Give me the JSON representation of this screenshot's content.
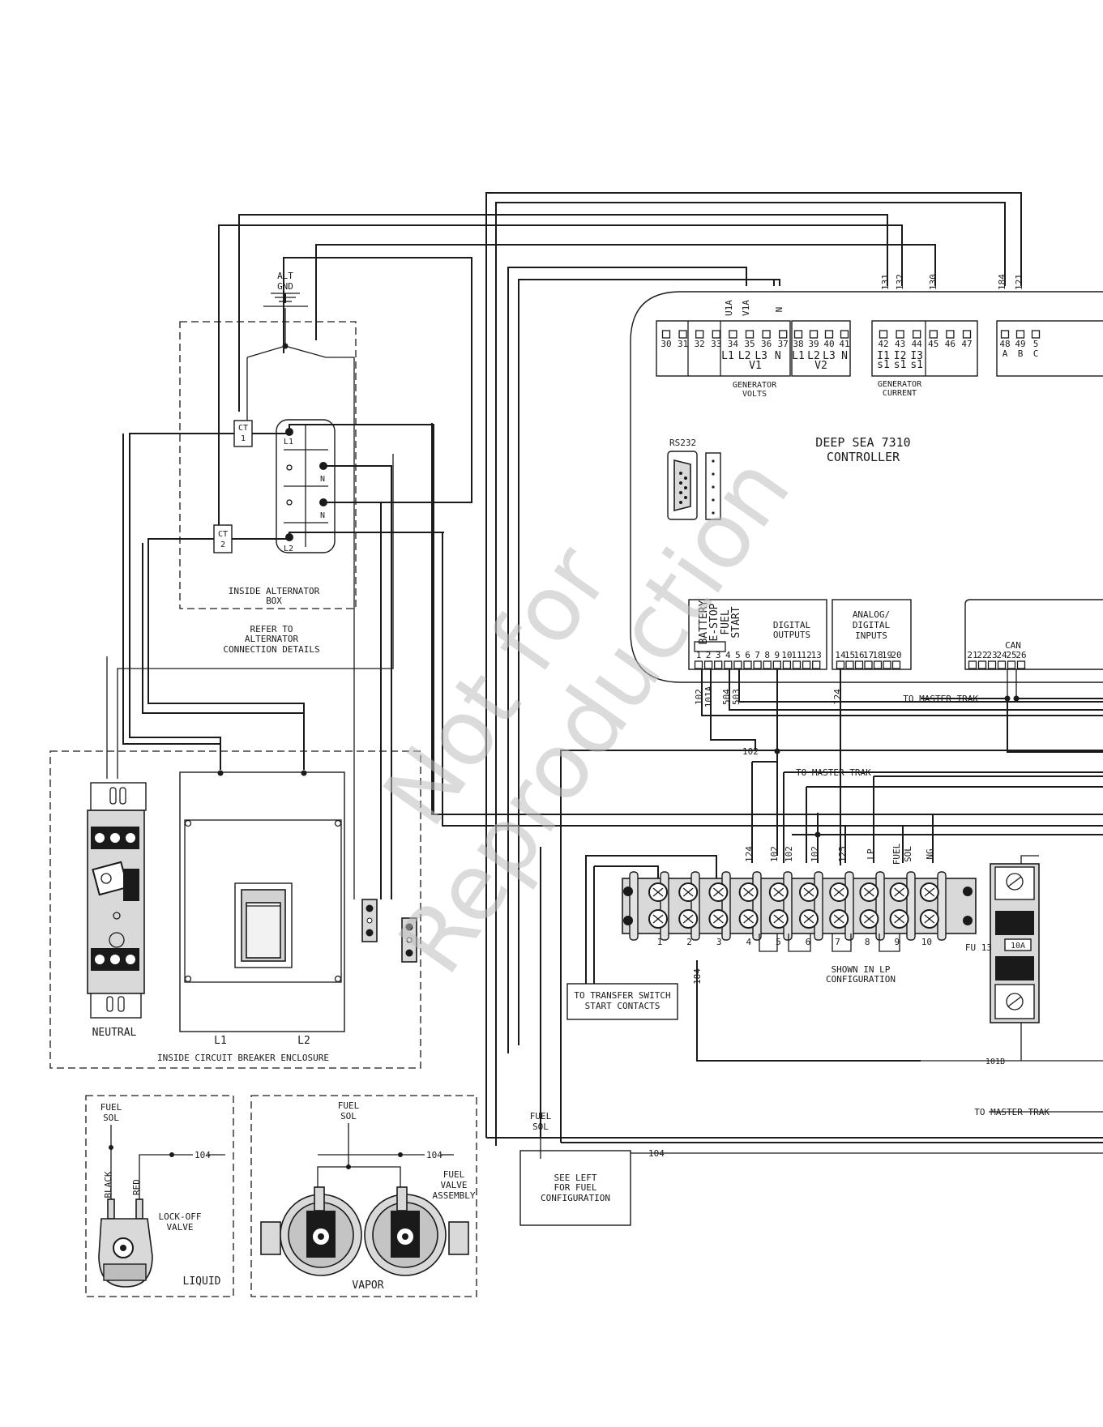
{
  "controller": {
    "name_line1": "DEEP SEA 7310",
    "name_line2": "CONTROLLER",
    "rs232": "RS232",
    "generator_volts": {
      "terminals": [
        "30",
        "31",
        "32",
        "33",
        "34",
        "35",
        "36",
        "37"
      ],
      "phases": [
        "L1",
        "L2",
        "L3",
        "N"
      ],
      "group": "V1",
      "caption_line1": "GENERATOR",
      "caption_line2": "VOLTS",
      "wires": [
        "U1A",
        "V1A",
        "N"
      ]
    },
    "v2": {
      "terminals": [
        "38",
        "39",
        "40",
        "41"
      ],
      "phases": [
        "L1",
        "L2",
        "L3",
        "N"
      ],
      "group": "V2"
    },
    "generator_current": {
      "terminals": [
        "42",
        "43",
        "44",
        "45",
        "46",
        "47"
      ],
      "labels_line1": [
        "I1",
        "I2",
        "I3"
      ],
      "labels_line2": [
        "s1",
        "s1",
        "s1"
      ],
      "caption_line1": "GENERATOR",
      "caption_line2": "CURRENT",
      "wires": [
        "131",
        "132",
        "130"
      ]
    },
    "can_upper": {
      "terminals": [
        "48",
        "49",
        "5"
      ],
      "labels": [
        "A",
        "B",
        "C"
      ],
      "wires": [
        "184",
        "121"
      ]
    },
    "power_block": {
      "labels": [
        "BATTERY",
        "E-STOP",
        "FUEL",
        "START"
      ],
      "terminals": [
        "1",
        "2",
        "3",
        "4",
        "5",
        "6",
        "7",
        "8",
        "9",
        "10",
        "11",
        "12",
        "13"
      ],
      "caption_line1": "DIGITAL",
      "caption_line2": "OUTPUTS",
      "wires": [
        "102",
        "101A",
        "504",
        "503"
      ]
    },
    "analog_block": {
      "caption_line1": "ANALOG/",
      "caption_line2": "DIGITAL",
      "caption_line3": "INPUTS",
      "terminals": [
        "14",
        "15",
        "16",
        "17",
        "18",
        "19",
        "20"
      ],
      "wire": "124"
    },
    "can_block": {
      "caption": "CAN",
      "terminals": [
        "21",
        "22",
        "23",
        "24",
        "25",
        "26"
      ]
    }
  },
  "alternator": {
    "alt_gnd_line1": "ALT",
    "alt_gnd_line2": "GND",
    "ct1_line1": "CT",
    "ct1_line2": "1",
    "ct2_line1": "CT",
    "ct2_line2": "2",
    "lug_l1": "L1",
    "lug_l2": "L2",
    "lug_n": "N",
    "box_line1": "INSIDE ALTERNATOR",
    "box_line2": "BOX",
    "refer_line1": "REFER TO",
    "refer_line2": "ALTERNATOR",
    "refer_line3": "CONNECTION DETAILS"
  },
  "breaker": {
    "neutral": "NEUTRAL",
    "l1": "L1",
    "l2": "L2",
    "caption": "INSIDE CIRCUIT BREAKER ENCLOSURE"
  },
  "terminal_strip": {
    "wire_labels": [
      "124",
      "102",
      "102",
      "102",
      "125",
      "LP",
      "FUEL",
      "SOL",
      "NG"
    ],
    "numbers": [
      "1",
      "2",
      "3",
      "4",
      "5",
      "6",
      "7",
      "8",
      "9",
      "10"
    ],
    "shown_line1": "SHOWN IN LP",
    "shown_line2": "CONFIGURATION",
    "wire_184": "184",
    "wire_102": "102",
    "to_master_trak": "TO MASTER TRAK",
    "fuse_label": "FU 13",
    "fuse_rating": "10A",
    "wire_101b": "101B"
  },
  "transfer_switch": {
    "line1": "TO TRANSFER SWITCH",
    "line2": "START CONTACTS"
  },
  "fuel_config": {
    "fuel_sol_line1": "FUEL",
    "fuel_sol_line2": "SOL",
    "see_left_line1": "SEE LEFT",
    "see_left_line2": "FOR FUEL",
    "see_left_line3": "CONFIGURATION",
    "wire_104": "104"
  },
  "liquid": {
    "fuel_line1": "FUEL",
    "fuel_line2": "SOL",
    "black": "BLACK",
    "red": "RED",
    "wire_104": "104",
    "valve_line1": "LOCK-OFF",
    "valve_line2": "VALVE",
    "caption": "LIQUID"
  },
  "vapor": {
    "fuel_line1": "FUEL",
    "fuel_line2": "SOL",
    "wire_104": "104",
    "assembly_line1": "FUEL",
    "assembly_line2": "VALVE",
    "assembly_line3": "ASSEMBLY",
    "caption": "VAPOR"
  },
  "watermark": {
    "line1": "Not for",
    "line2": "Reproduction"
  }
}
